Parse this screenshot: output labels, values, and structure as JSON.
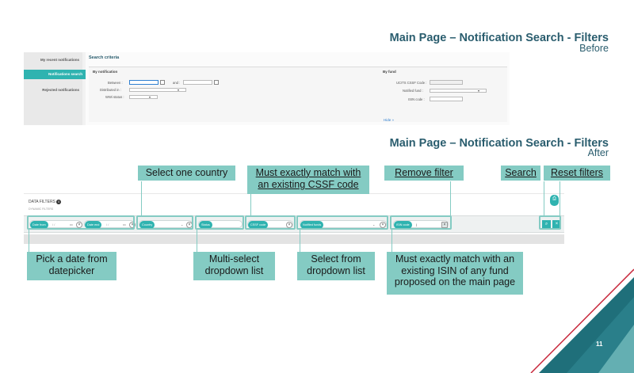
{
  "slide": {
    "title_before": "Main Page – Notification Search - Filters",
    "subtitle_before": "Before",
    "title_after": "Main Page – Notification Search - Filters",
    "subtitle_after": "After",
    "page_number": "11"
  },
  "before": {
    "sidebar": [
      {
        "label": "My recent notifications"
      },
      {
        "label": "Notifications search"
      },
      {
        "label": "Rejected notifications"
      }
    ],
    "search_criteria_title": "Search criteria",
    "by_notification": {
      "heading": "By notification",
      "between_label": "Between :",
      "and_label": "and :",
      "distributed_label": "Distributed in :",
      "wwi_label": "WWi status :"
    },
    "by_fund": {
      "heading": "By fund",
      "cssf_label": "UCITS CSSF Code :",
      "notified_label": "Notified fund :",
      "isin_label": "ISIN code :"
    },
    "hide_link": "Hide »"
  },
  "after": {
    "data_filters_label": "DATA FILTERS",
    "data_filters_badge": "0",
    "sub_label": "DYNAMIC FILTERS",
    "filters": {
      "date_from_label": "Date from",
      "date_from_placeholder": "/ /",
      "date_end_label": "Date end",
      "date_end_placeholder": "/ /",
      "country_label": "Country",
      "status_label": "Status",
      "cssf_label": "CSSF code",
      "notified_funds_label": "Notified funds",
      "isin_label": "ISIN code"
    }
  },
  "callouts": {
    "select_country": "Select one country",
    "cssf_match": [
      "Must exactly match with",
      "an existing CSSF code"
    ],
    "remove_filter": "Remove filter",
    "search": "Search",
    "reset_filters": "Reset filters",
    "datepicker": [
      "Pick a date from",
      "datepicker"
    ],
    "multiselect": [
      "Multi-select",
      "dropdown list"
    ],
    "select_dropdown": [
      "Select from",
      "dropdown list"
    ],
    "isin_match": [
      "Must exactly match with an",
      "existing ISIN of any fund",
      "proposed on the main page"
    ]
  },
  "colors": {
    "accent_teal": "#2fb3b0",
    "callout_bg": "#84cbc3",
    "title_color": "#2a5d6e",
    "deco_dark": "#1f6f7a",
    "deco_red": "#c8283c"
  },
  "icons": [
    "calendar-icon",
    "close-icon",
    "chevron-down-icon",
    "search-icon",
    "reset-icon",
    "export-icon",
    "info-icon"
  ]
}
